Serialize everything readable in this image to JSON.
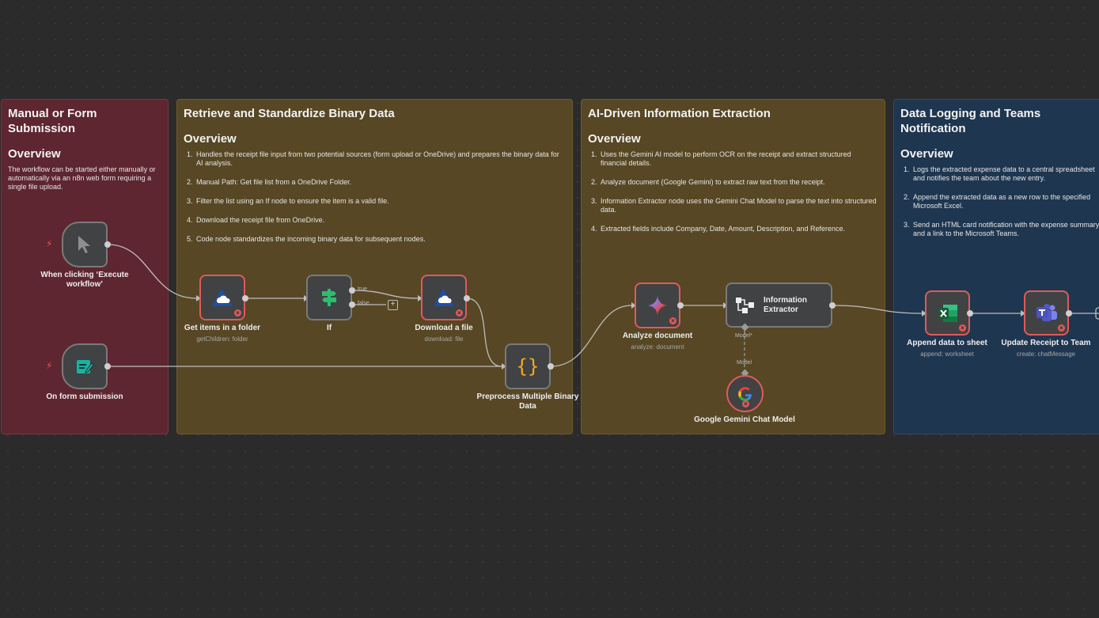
{
  "stickies": {
    "s1": {
      "title": "Manual or Form Submission",
      "overview": "Overview",
      "text": "The workflow can be started either manually or automatically via an n8n web form requiring a single file upload."
    },
    "s2": {
      "title": "Retrieve and Standardize Binary Data",
      "overview": "Overview",
      "items": [
        "Handles the receipt file input from two potential sources (form upload or OneDrive) and prepares the binary data for AI analysis.",
        "Manual Path: Get file list from a OneDrive Folder.",
        "Filter the list using an If node to ensure the item is a valid file.",
        "Download the receipt file from OneDrive.",
        "Code node standardizes the incoming binary data for subsequent nodes."
      ]
    },
    "s3": {
      "title": "AI-Driven Information Extraction",
      "overview": "Overview",
      "items": [
        "Uses the Gemini AI model to perform OCR on the receipt and extract structured financial details.",
        "Analyze document (Google Gemini) to extract raw text from the receipt.",
        "Information Extractor node uses the Gemini Chat Model to parse the text into structured data.",
        "Extracted fields include Company, Date, Amount, Description, and Reference."
      ]
    },
    "s4": {
      "title": "Data Logging and Teams Notification",
      "overview": "Overview",
      "items": [
        "Logs the extracted expense data to a central spreadsheet and notifies the team about the new entry.",
        "Append the extracted data as a new row to the specified Microsoft Excel.",
        "Send an HTML card notification with the expense summary and a link to the Microsoft Teams."
      ]
    }
  },
  "nodes": {
    "manual": {
      "label": "When clicking ‘Execute workflow’",
      "icon": "cursor-icon"
    },
    "form": {
      "label": "On form submission",
      "icon": "form-icon"
    },
    "getItems": {
      "label": "Get items in a folder",
      "sub": "getChildren: folder",
      "icon": "onedrive-icon"
    },
    "if": {
      "label": "If",
      "true_label": "true",
      "false_label": "false",
      "icon": "if-signpost-icon"
    },
    "download": {
      "label": "Download a file",
      "sub": "download: file",
      "icon": "onedrive-icon"
    },
    "preprocess": {
      "label": "Preprocess Multiple Binary Data",
      "icon": "code-braces-icon"
    },
    "analyze": {
      "label": "Analyze document",
      "sub": "analyze: document",
      "icon": "gemini-icon"
    },
    "extractor": {
      "label": "Information Extractor",
      "model_in": "Model*",
      "icon": "extractor-icon"
    },
    "gemini": {
      "label": "Google Gemini Chat Model",
      "model_out": "Model",
      "icon": "google-g-icon"
    },
    "append": {
      "label": "Append data to sheet",
      "sub": "append: worksheet",
      "icon": "excel-icon"
    },
    "teams": {
      "label": "Update Receipt to Team",
      "sub": "create: chatMessage",
      "icon": "teams-icon"
    }
  },
  "colors": {
    "error": "#e05a5a",
    "trigger_bolt": "#e6594f",
    "code_braces": "#f5a623",
    "if_green": "#2dbd6e"
  }
}
